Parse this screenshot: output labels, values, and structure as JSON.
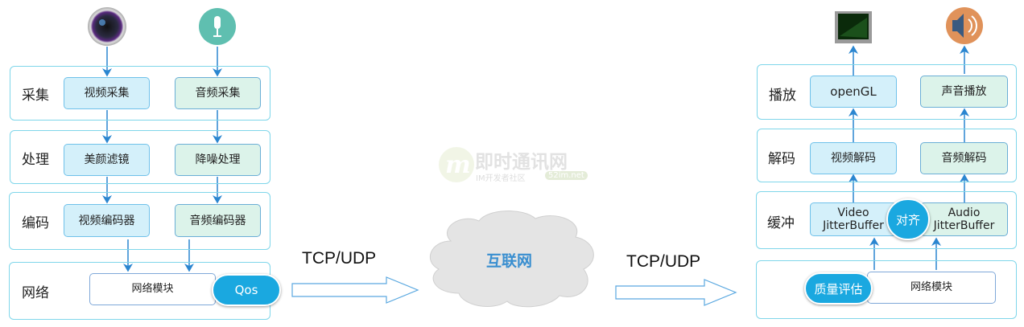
{
  "sender": {
    "rows": [
      {
        "label": "采集"
      },
      {
        "label": "处理"
      },
      {
        "label": "编码"
      },
      {
        "label": "网络"
      }
    ],
    "video": [
      "视频采集",
      "美颜滤镜",
      "视频编码器"
    ],
    "audio": [
      "音频采集",
      "降噪处理",
      "音频编码器"
    ],
    "network_module": "网络模块",
    "qos": "Qos",
    "icons": [
      "camera-icon",
      "microphone-icon"
    ]
  },
  "transport": {
    "left": "TCP/UDP",
    "right": "TCP/UDP",
    "cloud": "互联网"
  },
  "watermark": {
    "title": "即时通讯网",
    "subtitle": "IM开发者社区",
    "site": "52im.net"
  },
  "receiver": {
    "rows": [
      {
        "label": "播放"
      },
      {
        "label": "解码"
      },
      {
        "label": "缓冲"
      }
    ],
    "video": [
      "openGL",
      "视频解码",
      "Video JitterBuffer"
    ],
    "audio": [
      "声音播放",
      "音频解码",
      "Audio JitterBuffer"
    ],
    "align": "对齐",
    "quality": "质量评估",
    "network_module": "网络模块",
    "icons": [
      "monitor-icon",
      "speaker-icon"
    ]
  },
  "colors": {
    "accent": "#1aa8e0",
    "row_border": "#7fd6ea",
    "video_fill": "#d4f0fa",
    "audio_fill": "#dcf3ea",
    "arrow": "#2b86d0"
  }
}
